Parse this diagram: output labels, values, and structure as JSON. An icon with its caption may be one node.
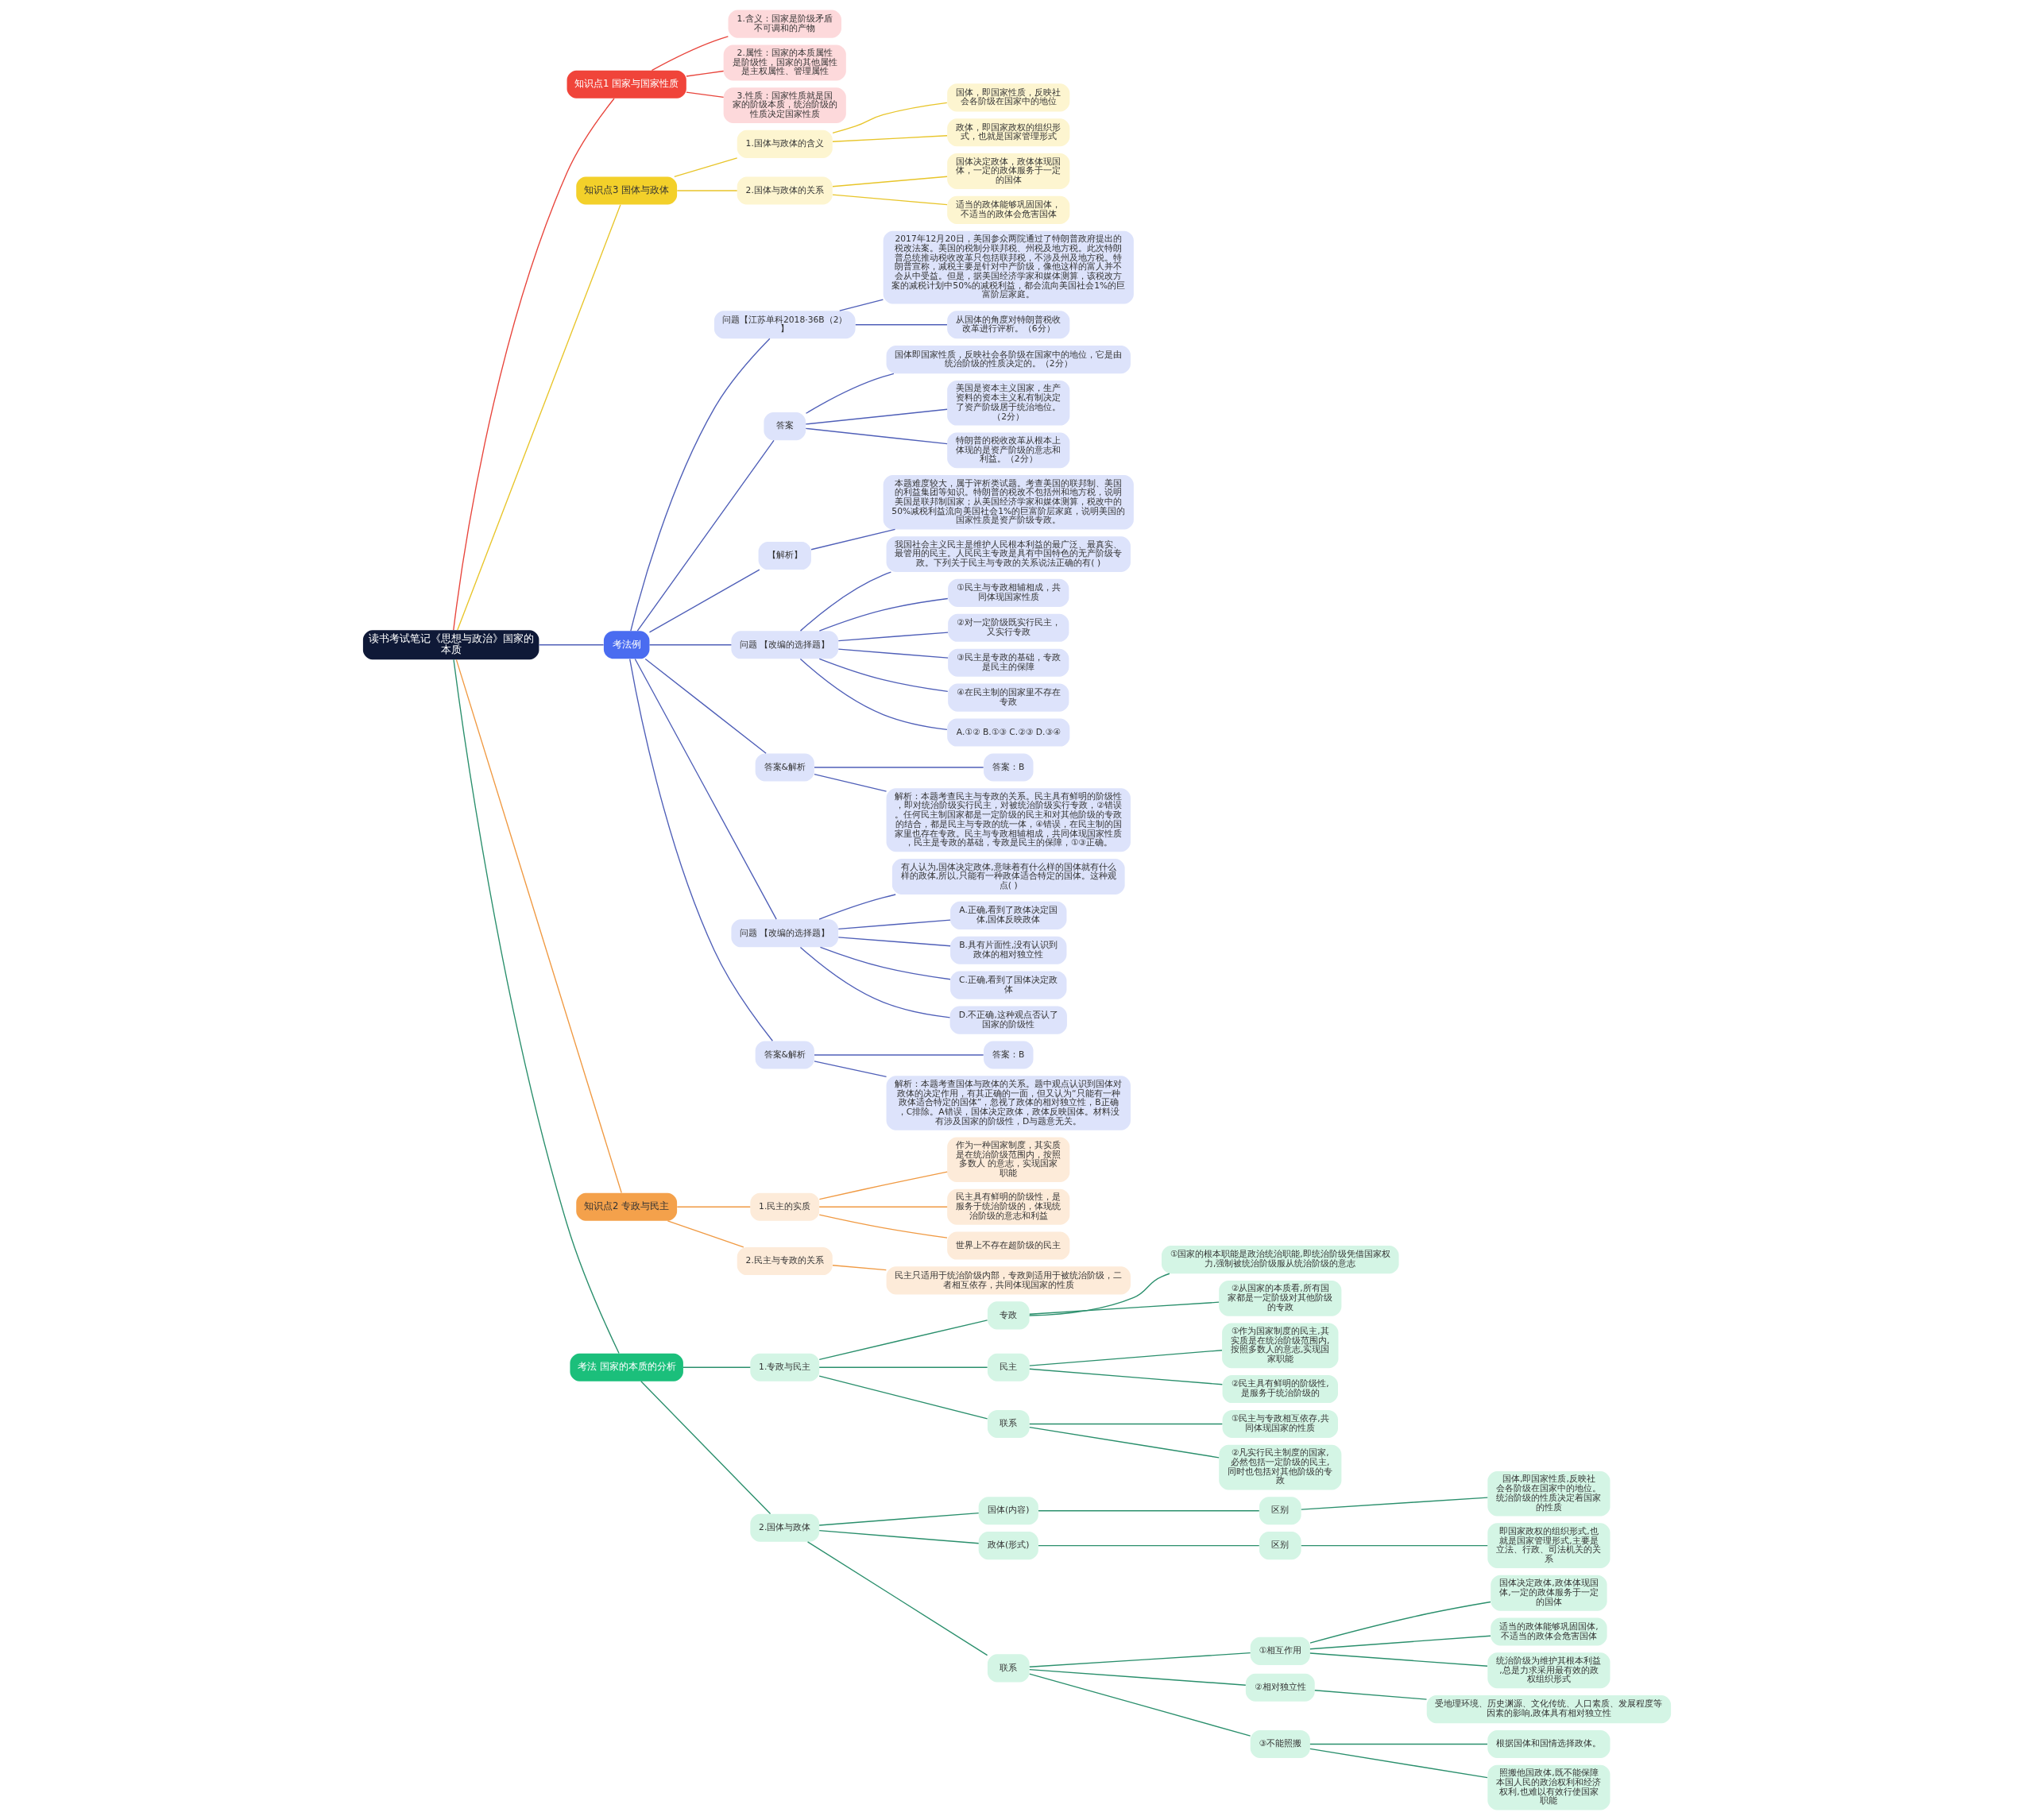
{
  "diagram": {
    "nodes": [
      {
        "text": [
          "读书考试笔记《思想与政治》国家的本质"
        ]
      },
      {
        "text": [
          "知识点1 国家与国家性质"
        ]
      },
      {
        "text": [
          "1.含义：国家是阶级矛盾不可调和的产物"
        ]
      },
      {
        "text": [
          "2.属性：国家的本质属性是阶级性，国家的其他属性是主权属性、管理属性"
        ]
      },
      {
        "text": [
          "3.性质：国家性质就是国家的阶级本质，统治阶级的性质决定国家性质"
        ]
      },
      {
        "text": [
          "知识点3 国体与政体"
        ]
      },
      {
        "text": [
          "1.国体与政体的含义"
        ]
      },
      {
        "text": [
          "国体，即国家性质，反映社会各阶级在国家中的地位"
        ]
      },
      {
        "text": [
          "政体，即国家政权的组织形式，也就是国家管理形式"
        ]
      },
      {
        "text": [
          "2.国体与政体的关系"
        ]
      },
      {
        "text": [
          "国体决定政体，政体体现国体，一定的政体服务于一定的国体"
        ]
      },
      {
        "text": [
          "适当的政体能够巩固国体，不适当的政体会危害国体"
        ]
      },
      {
        "text": [
          "考法例"
        ]
      },
      {
        "text": [
          "问题【江苏单科2018·36B（2）】"
        ]
      },
      {
        "text": [
          "2017年12月20日，美国参众两院通过了特朗普政府提出的税改法案。美国的税制分联邦税、州税及地方税。此次特朗普总统推动税收改革只包括联邦税，不涉及州及地方税。特朗普宣称，减税主要是针对中产阶级，像他这样的富人并不会从中受益。但是，据美国经济学家和媒体测算，该税改方案的减税计划中50%的减税利益，都会流向美国社会1%的巨富阶层家庭。"
        ]
      },
      {
        "text": [
          "从国体的角度对特朗普税收改革进行评析。（6分）"
        ]
      },
      {
        "text": [
          "答案"
        ]
      },
      {
        "text": [
          "国体即国家性质，反映社会各阶级在国家中的地位，它是由统治阶级的性质决定的。（2分）"
        ]
      },
      {
        "text": [
          "美国是资本主义国家，生产资料的资本主义私有制决定了资产阶级居于统治地位。（2分）"
        ]
      },
      {
        "text": [
          "特朗普的税收改革从根本上体现的是资产阶级的意志和利益。（2分）"
        ]
      },
      {
        "text": [
          "【解析】"
        ]
      },
      {
        "text": [
          "本题难度较大，属于评析类试题。考查美国的联邦制、美国的利益集团等知识。特朗普的税改不包括州和地方税，说明美国是联邦制国家；从美国经济学家和媒体测算，税改中的50%减税利益流向美国社会1%的巨富阶层家庭，说明美国的国家性质是资产阶级专政。"
        ]
      },
      {
        "text": [
          "问题 【改编的选择题】"
        ]
      },
      {
        "text": [
          "我国社会主义民主是维护人民根本利益的最广泛、最真实、最管用的民主。人民民主专政是具有中国特色的无产阶级专政。下列关于民主与专政的关系说法正确的有( )"
        ]
      },
      {
        "text": [
          "①民主与专政相辅相成，共同体现国家性质"
        ]
      },
      {
        "text": [
          "②对一定阶级既实行民主，又实行专政"
        ]
      },
      {
        "text": [
          "③民主是专政的基础，专政是民主的保障"
        ]
      },
      {
        "text": [
          "④在民主制的国家里不存在专政"
        ]
      },
      {
        "text": [
          "A.①② B.①③ C.②③ D.③④"
        ]
      },
      {
        "text": [
          "答案&解析"
        ]
      },
      {
        "text": [
          "答案：B"
        ]
      },
      {
        "text": [
          "解析：本题考查民主与专政的关系。民主具有鲜明的阶级性，即对统治阶级实行民主，对被统治阶级实行专政，②错误。任何民主制国家都是一定阶级的民主和对其他阶级的专政的结合，都是民主与专政的统一体，④错误，在民主制的国家里也存在专政。民主与专政相辅相成，共同体现国家性质，民主是专政的基础，专政是民主的保障，①③正确。"
        ]
      },
      {
        "text": [
          "问题 【改编的选择题】"
        ]
      },
      {
        "text": [
          "有人认为,国体决定政体,意味着有什么样的国体就有什么样的政体,所以,只能有一种政体适合特定的国体。这种观点( )"
        ]
      },
      {
        "text": [
          "A.正确,看到了政体决定国体,国体反映政体"
        ]
      },
      {
        "text": [
          "B.具有片面性,没有认识到政体的相对独立性"
        ]
      },
      {
        "text": [
          "C.正确,看到了国体决定政体"
        ]
      },
      {
        "text": [
          "D.不正确,这种观点否认了国家的阶级性"
        ]
      },
      {
        "text": [
          "答案&解析"
        ]
      },
      {
        "text": [
          "答案：B"
        ]
      },
      {
        "text": [
          "解析：本题考查国体与政体的关系。题中观点认识到国体对政体的决定作用，有其正确的一面，但又认为“只能有一种政体适合特定的国体”，忽视了政体的相对独立性，B正确，C排除。A错误，国体决定政体，政体反映国体。材料没有涉及国家的阶级性，D与题意无关。"
        ]
      },
      {
        "text": [
          "知识点2 专政与民主"
        ]
      },
      {
        "text": [
          "1.民主的实质"
        ]
      },
      {
        "text": [
          "作为一种国家制度，其实质是在统治阶级范围内，按照多数人 的意志，实现国家职能"
        ]
      },
      {
        "text": [
          "民主具有鲜明的阶级性，是服务于统治阶级的，体现统治阶级的意志和利益"
        ]
      },
      {
        "text": [
          "世界上不存在超阶级的民主"
        ]
      },
      {
        "text": [
          "2.民主与专政的关系"
        ]
      },
      {
        "text": [
          "民主只适用于统治阶级内部，专政则适用于被统治阶级，二者相互依存，共同体现国家的性质"
        ]
      },
      {
        "text": [
          "考法 国家的本质的分析"
        ]
      },
      {
        "text": [
          "1.专政与民主"
        ]
      },
      {
        "text": [
          "专政"
        ]
      },
      {
        "text": [
          "①国家的根本职能是政治统治职能,即统治阶级凭借国家权力,强制被统治阶级服从统治阶级的意志"
        ]
      },
      {
        "text": [
          "②从国家的本质看,所有国家都是一定阶级对其他阶级的专政"
        ]
      },
      {
        "text": [
          "民主"
        ]
      },
      {
        "text": [
          "①作为国家制度的民主,其实质是在统治阶级范围内,按照多数人的意志,实现国家职能"
        ]
      },
      {
        "text": [
          "②民主具有鲜明的阶级性,是服务于统治阶级的"
        ]
      },
      {
        "text": [
          "联系"
        ]
      },
      {
        "text": [
          "①民主与专政相互依存,共同体现国家的性质"
        ]
      },
      {
        "text": [
          "②凡实行民主制度的国家,必然包括一定阶级的民主,同时也包括对其他阶级的专政"
        ]
      },
      {
        "text": [
          "2.国体与政体"
        ]
      },
      {
        "text": [
          "国体(内容)"
        ]
      },
      {
        "text": [
          "区别"
        ]
      },
      {
        "text": [
          "国体,即国家性质,反映社会各阶级在国家中的地位。统治阶级的性质决定着国家的性质"
        ]
      },
      {
        "text": [
          "政体(形式)"
        ]
      },
      {
        "text": [
          "区别"
        ]
      },
      {
        "text": [
          "即国家政权的组织形式,也就是国家管理形式,主要是立法、行政、司法机关的关系"
        ]
      },
      {
        "text": [
          "联系"
        ]
      },
      {
        "text": [
          "①相互作用"
        ]
      },
      {
        "text": [
          "国体决定政体,政体体现国体,一定的政体服务于一定的国体"
        ]
      },
      {
        "text": [
          "适当的政体能够巩固国体,不适当的政体会危害国体"
        ]
      },
      {
        "text": [
          "统治阶级为维护其根本利益,总是力求采用最有效的政权组织形式"
        ]
      },
      {
        "text": [
          "②相对独立性"
        ]
      },
      {
        "text": [
          "受地理环境、历史渊源、文化传统、人口素质、发展程度等因素的影响,政体具有相对独立性"
        ]
      },
      {
        "text": [
          "③不能照搬"
        ]
      },
      {
        "text": [
          "根据国体和国情选择政体。"
        ]
      },
      {
        "text": [
          "照搬他国政体,既不能保障本国人民的政治权利和经济权利,也难以有效行使国家职能"
        ]
      }
    ],
    "edges": [
      {
        "from": 0,
        "to": 1,
        "arrow": "none",
        "color": "#e8453c"
      },
      {
        "from": 1,
        "to": 2,
        "arrow": "none",
        "color": "#e8453c"
      },
      {
        "from": 1,
        "to": 3,
        "arrow": "none",
        "color": "#e8453c"
      },
      {
        "from": 1,
        "to": 4,
        "arrow": "none",
        "color": "#e8453c"
      },
      {
        "from": 0,
        "to": 5,
        "arrow": "none",
        "color": "#e8c52a"
      },
      {
        "from": 5,
        "to": 6,
        "arrow": "none",
        "color": "#e8c52a"
      },
      {
        "from": 6,
        "to": 7,
        "arrow": "none",
        "color": "#e8c52a"
      },
      {
        "from": 6,
        "to": 8,
        "arrow": "none",
        "color": "#e8c52a"
      },
      {
        "from": 5,
        "to": 9,
        "arrow": "none",
        "color": "#e8c52a"
      },
      {
        "from": 9,
        "to": 10,
        "arrow": "none",
        "color": "#e8c52a"
      },
      {
        "from": 9,
        "to": 11,
        "arrow": "none",
        "color": "#e8c52a"
      },
      {
        "from": 0,
        "to": 12,
        "arrow": "none"
      },
      {
        "from": 12,
        "to": 13,
        "arrow": "none"
      },
      {
        "from": 13,
        "to": 14,
        "arrow": "none"
      },
      {
        "from": 13,
        "to": 15,
        "arrow": "none"
      },
      {
        "from": 12,
        "to": 16,
        "arrow": "none"
      },
      {
        "from": 16,
        "to": 17,
        "arrow": "none"
      },
      {
        "from": 16,
        "to": 18,
        "arrow": "none"
      },
      {
        "from": 16,
        "to": 19,
        "arrow": "none"
      },
      {
        "from": 12,
        "to": 20,
        "arrow": "none"
      },
      {
        "from": 20,
        "to": 21,
        "arrow": "none"
      },
      {
        "from": 12,
        "to": 22,
        "arrow": "none"
      },
      {
        "from": 22,
        "to": 23,
        "arrow": "none"
      },
      {
        "from": 22,
        "to": 24,
        "arrow": "none"
      },
      {
        "from": 22,
        "to": 25,
        "arrow": "none"
      },
      {
        "from": 22,
        "to": 26,
        "arrow": "none"
      },
      {
        "from": 22,
        "to": 27,
        "arrow": "none"
      },
      {
        "from": 22,
        "to": 28,
        "arrow": "none"
      },
      {
        "from": 12,
        "to": 29,
        "arrow": "none"
      },
      {
        "from": 29,
        "to": 30,
        "arrow": "none"
      },
      {
        "from": 29,
        "to": 31,
        "arrow": "none"
      },
      {
        "from": 12,
        "to": 32,
        "arrow": "none"
      },
      {
        "from": 32,
        "to": 33,
        "arrow": "none"
      },
      {
        "from": 32,
        "to": 34,
        "arrow": "none"
      },
      {
        "from": 32,
        "to": 35,
        "arrow": "none"
      },
      {
        "from": 32,
        "to": 36,
        "arrow": "none"
      },
      {
        "from": 32,
        "to": 37,
        "arrow": "none"
      },
      {
        "from": 12,
        "to": 38,
        "arrow": "none"
      },
      {
        "from": 38,
        "to": 39,
        "arrow": "none"
      },
      {
        "from": 38,
        "to": 40,
        "arrow": "none"
      },
      {
        "from": 0,
        "to": 41,
        "arrow": "none",
        "color": "#f09a43"
      },
      {
        "from": 41,
        "to": 42,
        "arrow": "none",
        "color": "#f09a43"
      },
      {
        "from": 42,
        "to": 43,
        "arrow": "none",
        "color": "#f09a43"
      },
      {
        "from": 42,
        "to": 44,
        "arrow": "none",
        "color": "#f09a43"
      },
      {
        "from": 42,
        "to": 45,
        "arrow": "none",
        "color": "#f09a43"
      },
      {
        "from": 41,
        "to": 46,
        "arrow": "none",
        "color": "#f09a43"
      },
      {
        "from": 46,
        "to": 47,
        "arrow": "none",
        "color": "#f09a43"
      },
      {
        "from": 0,
        "to": 48,
        "arrow": "none",
        "color": "#2a8f6c"
      },
      {
        "from": 48,
        "to": 49,
        "arrow": "none",
        "color": "#2a8f6c"
      },
      {
        "from": 49,
        "to": 50,
        "arrow": "none",
        "color": "#2a8f6c"
      },
      {
        "from": 50,
        "to": 51,
        "arrow": "none",
        "color": "#2a8f6c"
      },
      {
        "from": 50,
        "to": 52,
        "arrow": "none",
        "color": "#2a8f6c"
      },
      {
        "from": 49,
        "to": 53,
        "arrow": "none",
        "color": "#2a8f6c"
      },
      {
        "from": 53,
        "to": 54,
        "arrow": "none",
        "color": "#2a8f6c"
      },
      {
        "from": 53,
        "to": 55,
        "arrow": "none",
        "color": "#2a8f6c"
      },
      {
        "from": 49,
        "to": 56,
        "arrow": "none",
        "color": "#2a8f6c"
      },
      {
        "from": 56,
        "to": 57,
        "arrow": "none",
        "color": "#2a8f6c"
      },
      {
        "from": 56,
        "to": 58,
        "arrow": "none",
        "color": "#2a8f6c"
      },
      {
        "from": 48,
        "to": 59,
        "arrow": "none",
        "color": "#2a8f6c"
      },
      {
        "from": 59,
        "to": 60,
        "arrow": "none",
        "color": "#2a8f6c"
      },
      {
        "from": 60,
        "to": 61,
        "arrow": "none",
        "color": "#2a8f6c"
      },
      {
        "from": 61,
        "to": 62,
        "arrow": "none",
        "color": "#2a8f6c"
      },
      {
        "from": 59,
        "to": 63,
        "arrow": "none",
        "color": "#2a8f6c"
      },
      {
        "from": 63,
        "to": 64,
        "arrow": "none",
        "color": "#2a8f6c"
      },
      {
        "from": 64,
        "to": 65,
        "arrow": "none",
        "color": "#2a8f6c"
      },
      {
        "from": 59,
        "to": 66,
        "arrow": "none",
        "color": "#2a8f6c"
      },
      {
        "from": 66,
        "to": 67,
        "arrow": "none",
        "color": "#2a8f6c"
      },
      {
        "from": 67,
        "to": 68,
        "arrow": "none",
        "color": "#2a8f6c"
      },
      {
        "from": 67,
        "to": 69,
        "arrow": "none",
        "color": "#2a8f6c"
      },
      {
        "from": 67,
        "to": 70,
        "arrow": "none",
        "color": "#2a8f6c"
      },
      {
        "from": 66,
        "to": 71,
        "arrow": "none",
        "color": "#2a8f6c"
      },
      {
        "from": 71,
        "to": 72,
        "arrow": "none",
        "color": "#2a8f6c"
      },
      {
        "from": 66,
        "to": 73,
        "arrow": "none",
        "color": "#2a8f6c"
      },
      {
        "from": 73,
        "to": 74,
        "arrow": "none",
        "color": "#2a8f6c"
      },
      {
        "from": 73,
        "to": 75,
        "arrow": "none",
        "color": "#2a8f6c"
      }
    ]
  }
}
